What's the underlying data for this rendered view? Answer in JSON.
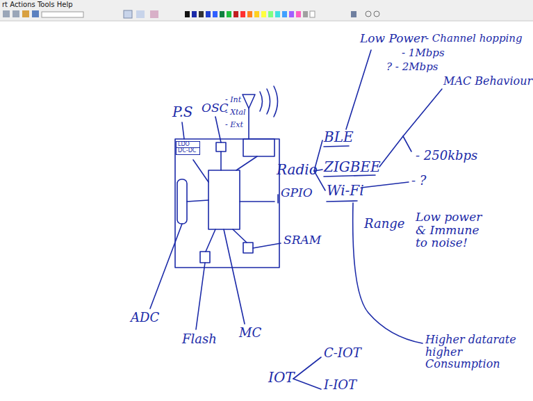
{
  "diagram": {
    "nodes": [
      {
        "text": [
          "LDO"
        ]
      },
      {
        "text": [
          "DC-DC"
        ]
      }
    ],
    "labels": [
      "rt Actions Tools Help",
      "P.S",
      "OSC",
      "- Int",
      "- Xtal",
      "- Ext",
      "Radio",
      "BLE",
      "Low Power",
      "- Channel hopping",
      "- 1Mbps",
      "? - 2Mbps",
      "ZIGBEE",
      "MAC Behaviour",
      "- 250kbps",
      "Wi-Fi",
      "- ?",
      "Range",
      "Low power & Immune to noise!",
      "Higher datarate higher Consumption",
      "GPIO",
      "SRAM",
      "ADC",
      "Flash",
      "MC",
      "IOT",
      "C-IOT",
      "I-IOT"
    ]
  }
}
